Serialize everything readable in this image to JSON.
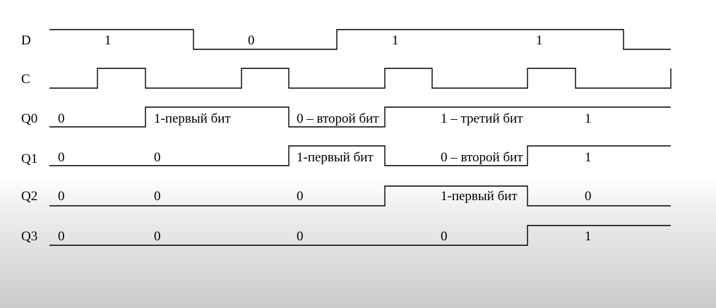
{
  "signals": [
    {
      "name": "D",
      "levels": [
        1,
        1,
        1,
        0,
        0,
        0,
        1,
        1,
        1,
        1,
        1,
        1,
        0
      ],
      "labels": [
        "1",
        "0",
        "1",
        "1"
      ]
    },
    {
      "name": "C",
      "levels": [
        0,
        1,
        0,
        0,
        1,
        0,
        0,
        1,
        0,
        0,
        1,
        0,
        0
      ],
      "labels": []
    },
    {
      "name": "Q0",
      "levels": [
        0,
        0,
        1,
        1,
        1,
        0,
        0,
        1,
        1,
        1,
        1,
        1,
        1
      ],
      "labels": [
        "0",
        "1-первый бит",
        "0 – второй бит",
        "1 – третий бит",
        "1"
      ]
    },
    {
      "name": "Q1",
      "levels": [
        0,
        0,
        0,
        0,
        0,
        1,
        1,
        0,
        0,
        0,
        1,
        1,
        1
      ],
      "labels": [
        "0",
        "0",
        "1-первый бит",
        "0 – второй бит",
        "1"
      ]
    },
    {
      "name": "Q2",
      "levels": [
        0,
        0,
        0,
        0,
        0,
        0,
        0,
        1,
        1,
        1,
        0,
        0,
        0
      ],
      "labels": [
        "0",
        "0",
        "0",
        "1-первый бит",
        "0"
      ]
    },
    {
      "name": "Q3",
      "levels": [
        0,
        0,
        0,
        0,
        0,
        0,
        0,
        0,
        0,
        0,
        1,
        1,
        1
      ],
      "labels": [
        "0",
        "0",
        "0",
        "0",
        "1"
      ]
    }
  ]
}
